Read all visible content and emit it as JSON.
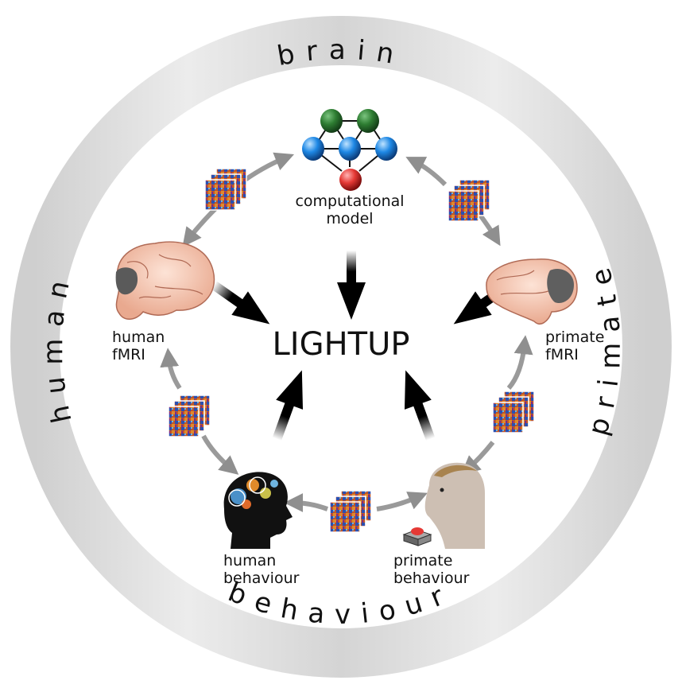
{
  "title": "LIGHTUP",
  "ring": {
    "labels": {
      "top": "brain",
      "left": "human",
      "right": "primate",
      "bottom": "behaviour"
    },
    "color": "#d6d6d6"
  },
  "nodes": {
    "model": {
      "line1": "computational",
      "line2": "model",
      "icon": "neural-network-icon"
    },
    "human_fmri": {
      "line1": "human",
      "line2": "fMRI",
      "icon": "human-brain-icon"
    },
    "primate_fmri": {
      "line1": "primate",
      "line2": "fMRI",
      "icon": "primate-brain-icon"
    },
    "human_behaviour": {
      "line1": "human",
      "line2": "behaviour",
      "icon": "human-head-gears-icon"
    },
    "primate_behaviour": {
      "line1": "primate",
      "line2": "behaviour",
      "icon": "monkey-button-icon"
    }
  },
  "rdm_stacks": [
    {
      "between": "model-human_fmri",
      "icon": "rdm-matrix-stack-icon"
    },
    {
      "between": "model-primate_fmri",
      "icon": "rdm-matrix-stack-icon"
    },
    {
      "between": "human_fmri-human_behaviour",
      "icon": "rdm-matrix-stack-icon"
    },
    {
      "between": "primate_fmri-primate_behaviour",
      "icon": "rdm-matrix-stack-icon"
    },
    {
      "between": "human_behaviour-primate_behaviour",
      "icon": "rdm-matrix-stack-icon"
    }
  ],
  "colors": {
    "network_green": "#2e7d32",
    "network_blue": "#1e88e5",
    "network_red": "#e53935",
    "brain_pink": "#f2c1ad",
    "activation_gray": "#5a5a5a",
    "arrow_gray": "#9a9a9a"
  }
}
